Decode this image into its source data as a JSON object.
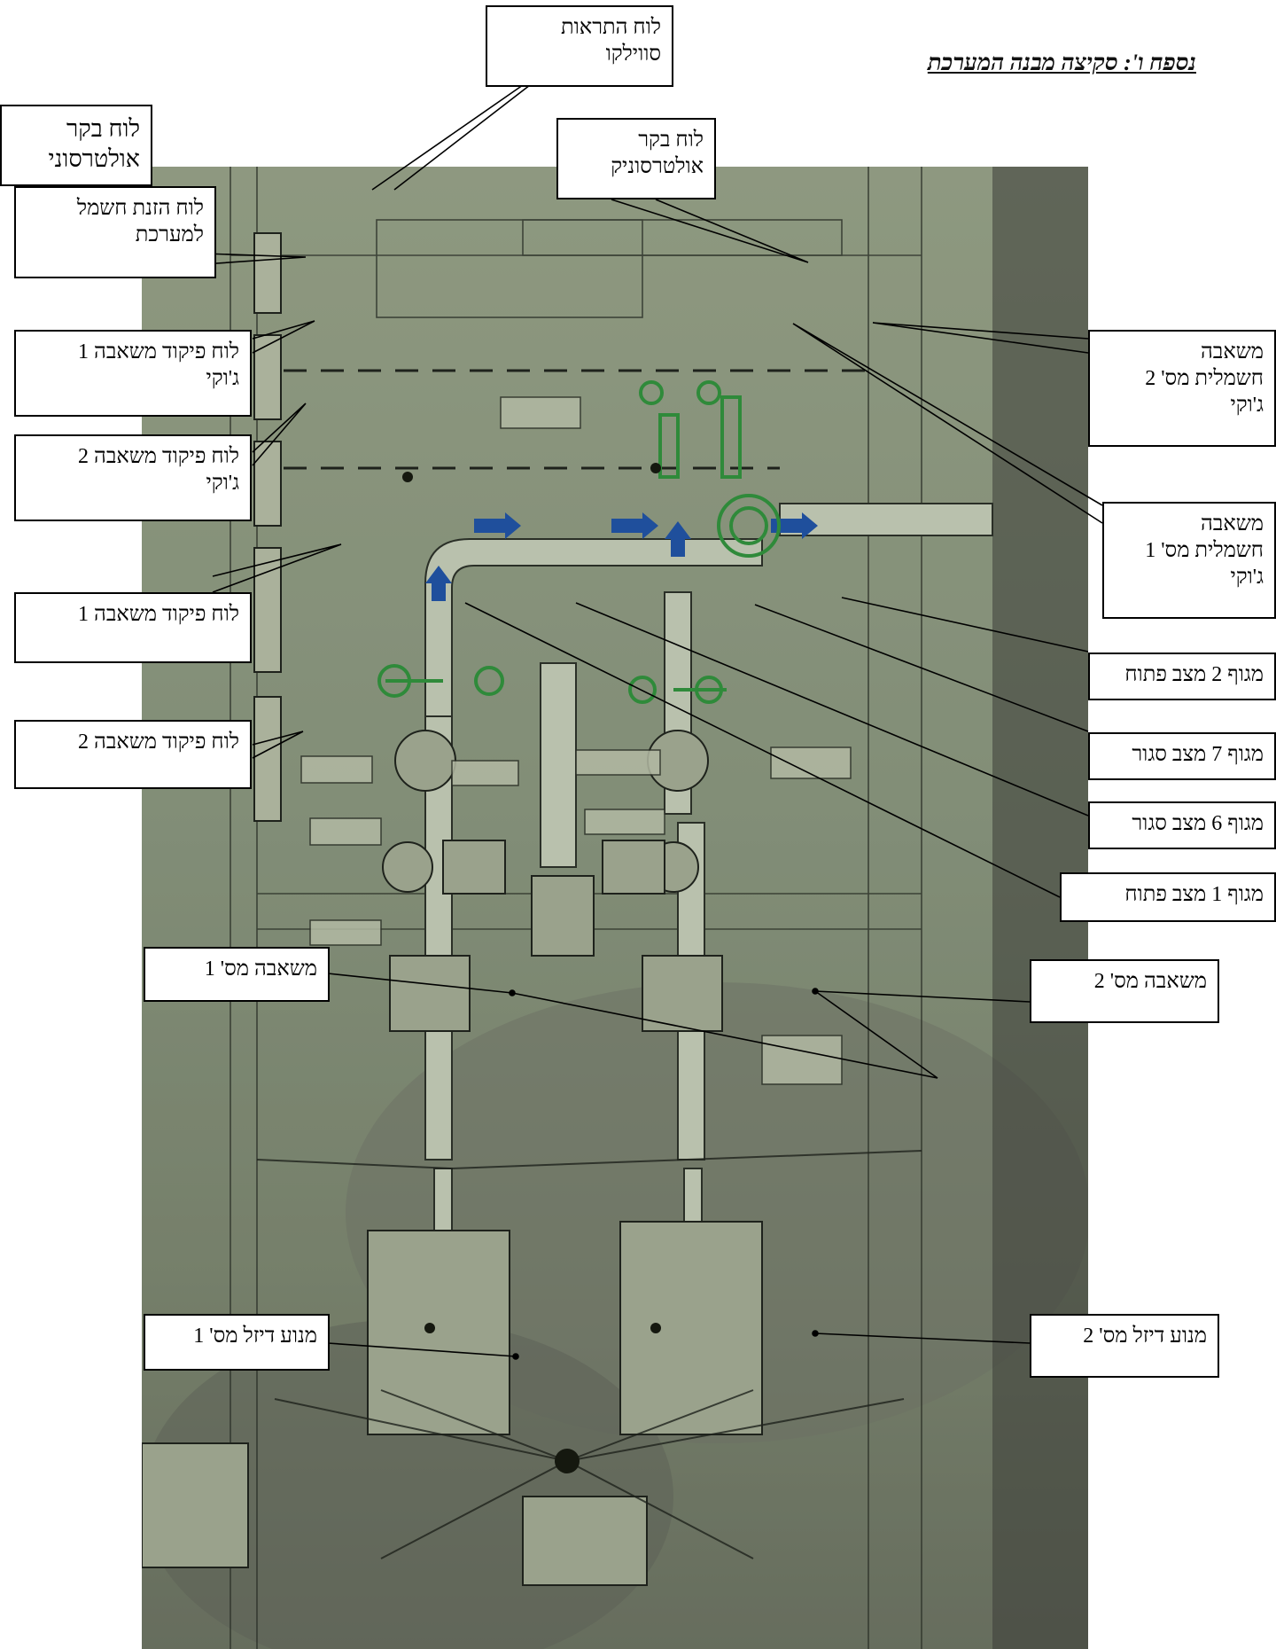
{
  "heading": "נספח ו': סקיצה מבנה המערכת",
  "callouts": {
    "alarm_panel": "לוח התראות\nסווילקו",
    "ultrasonic_control_left": "לוח בקר\nאולטרסוני",
    "ultrasonic_control_top": "לוח בקר\nאולטרסוניק",
    "power_panel": "לוח הזנת חשמל\nלמערכת",
    "jockey1_control": "לוח פיקוד משאבה 1\nג'וקי",
    "jockey2_control": "לוח פיקוד משאבה 2\nג'וקי",
    "pump1_control": "לוח פיקוד משאבה 1",
    "pump2_control": "לוח פיקוד משאבה 2",
    "jockey2_pump": "משאבה\nחשמלית מס' 2\nג'וקי",
    "jockey1_pump": "משאבה\nחשמלית מס' 1\nג'וקי",
    "valve2": "מגוף 2 מצב פתוח",
    "valve7": "מגוף 7 מצב סגור",
    "valve6": "מגוף 6 מצב סגור",
    "valve1": "מגוף 1 מצב פתוח",
    "pump1": "משאבה מס' 1",
    "pump2": "משאבה מס' 2",
    "diesel1": "מנוע דיזל מס' 1",
    "diesel2": "מנוע דיזל מס' 2"
  },
  "colors": {
    "pipe": "#b9c1ad",
    "green_component": "#2f8a3a",
    "flow_arrow": "#1f4f9c",
    "ink": "#1e221c"
  }
}
